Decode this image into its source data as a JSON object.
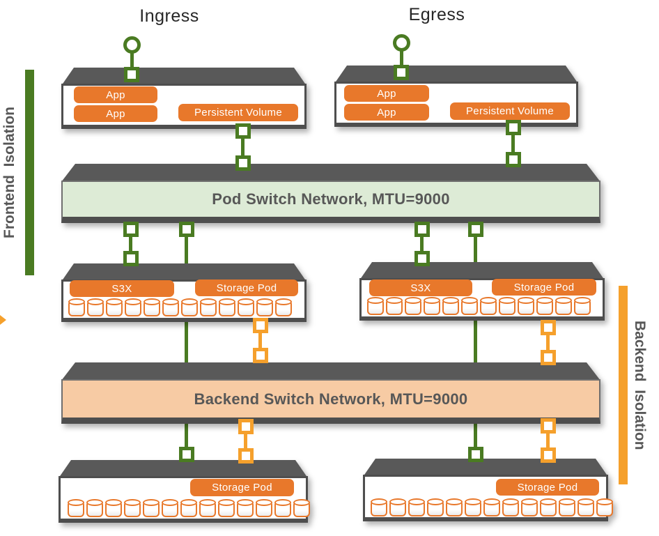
{
  "titles": {
    "ingress": "Ingress",
    "egress": "Egress"
  },
  "isolation": {
    "frontend_label": "Frontend  Isolation",
    "backend_label": "Backend  Isolation"
  },
  "servers": {
    "ingress": {
      "app1": "App",
      "app2": "App",
      "persistent_volume": "Persistent Volume"
    },
    "egress": {
      "app1": "App",
      "app2": "App",
      "persistent_volume": "Persistent Volume"
    }
  },
  "networks": {
    "pod_switch": "Pod Switch Network, MTU=9000",
    "backend_switch": "Backend Switch Network, MTU=9000"
  },
  "storage": {
    "upper_left": {
      "badge_left": "S3X",
      "badge_right": "Storage Pod",
      "disk_count": 12
    },
    "upper_right": {
      "badge_left": "S3X",
      "badge_right": "Storage Pod",
      "disk_count": 12
    },
    "lower_left": {
      "badge": "Storage Pod",
      "disk_count": 13
    },
    "lower_right": {
      "badge": "Storage Pod",
      "disk_count": 13
    }
  },
  "colors": {
    "badge_orange": "#E8782B",
    "connector_orange": "#F5A02C",
    "connector_green": "#4A7B22",
    "band_green_fill": "#DDEBD6",
    "band_orange_fill": "#F7CBA4",
    "chassis_gray": "#595959",
    "chassis_border": "#4E4E4E",
    "label_gray": "#575757",
    "title_dark": "#262626"
  }
}
